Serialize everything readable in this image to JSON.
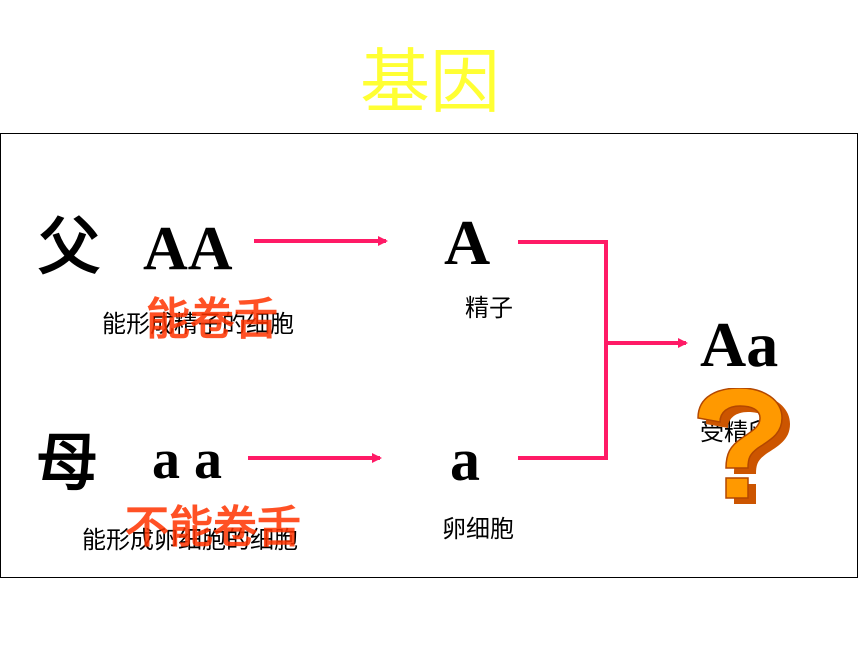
{
  "title": "基因",
  "father": {
    "label": "父",
    "genotype": "AA",
    "gamete": "A",
    "cell_note": "能形成精子的细胞",
    "gamete_label": "精子",
    "trait": "能卷舌"
  },
  "mother": {
    "label": "母",
    "genotype": "a a",
    "gamete": "a",
    "cell_note": "能形成卵细胞的细胞",
    "gamete_label": "卵细胞",
    "trait": "不能卷舌"
  },
  "offspring": {
    "genotype": "Aa",
    "note": "受精卵",
    "question_mark": "?"
  },
  "colors": {
    "title": "#ffff33",
    "arrow": "#ff1a66",
    "trait": "#ff3300",
    "question": "#ff9900"
  }
}
